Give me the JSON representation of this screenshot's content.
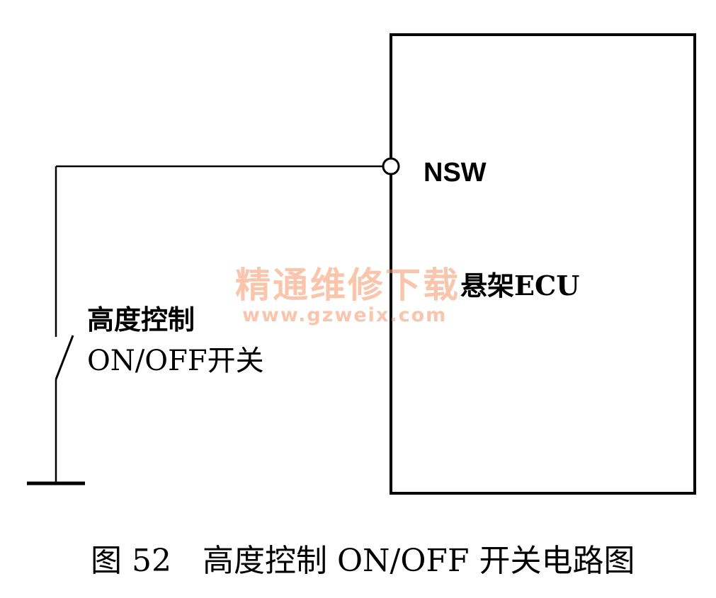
{
  "diagram": {
    "pin_label": "NSW",
    "ecu_label": "悬架ECU",
    "switch_label_line1": "高度控制",
    "switch_label_line2": "ON/OFF开关",
    "caption": "图 52　高度控制 ON/OFF 开关电路图"
  },
  "watermark": {
    "text_cn": "精通维修下载",
    "text_url": "www.gzweix.com"
  },
  "colors": {
    "line": "#000000",
    "background": "#ffffff",
    "watermark": "#f49669"
  }
}
